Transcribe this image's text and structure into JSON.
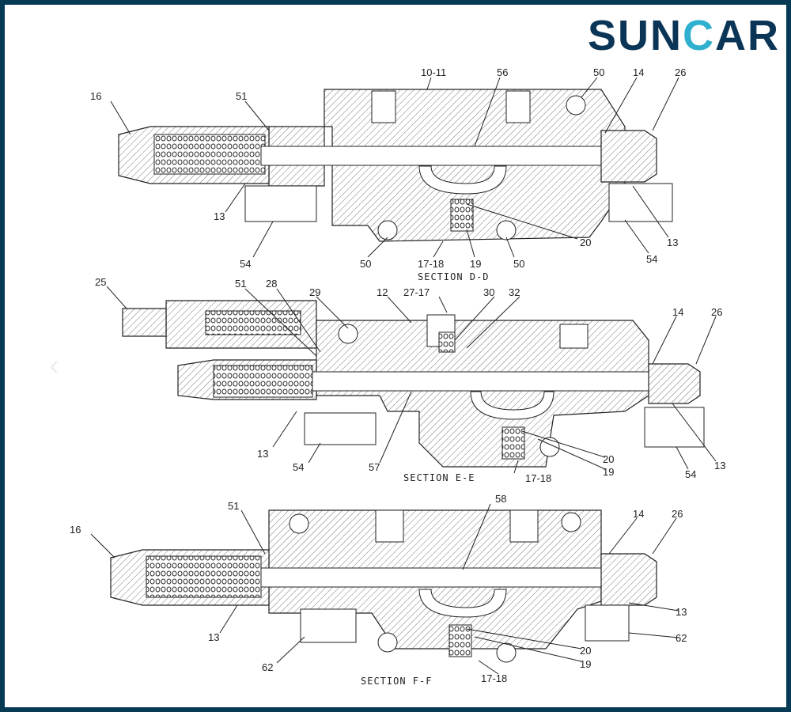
{
  "brand": {
    "logo_text_a": "SUN",
    "logo_text_c": "C",
    "logo_text_b": "AR"
  },
  "colors": {
    "frame": "#063a55",
    "logo_dark": "#0b3556",
    "logo_accent": "#2fb0cf"
  },
  "sections": [
    {
      "title": "SECTION D-D",
      "labels": [
        "10-11",
        "56",
        "50",
        "14",
        "26",
        "16",
        "51",
        "13",
        "54",
        "50",
        "17-18",
        "19",
        "50",
        "20",
        "13",
        "54"
      ]
    },
    {
      "title": "SECTION E-E",
      "labels": [
        "25",
        "51",
        "28",
        "29",
        "12",
        "27-17",
        "30",
        "32",
        "14",
        "26",
        "13",
        "54",
        "57",
        "17-18",
        "20",
        "19",
        "54",
        "13"
      ]
    },
    {
      "title": "SECTION F-F",
      "labels": [
        "58",
        "51",
        "14",
        "26",
        "16",
        "13",
        "13",
        "62",
        "62",
        "20",
        "19",
        "17-18"
      ]
    }
  ],
  "nav": {
    "prev_icon": "‹"
  }
}
